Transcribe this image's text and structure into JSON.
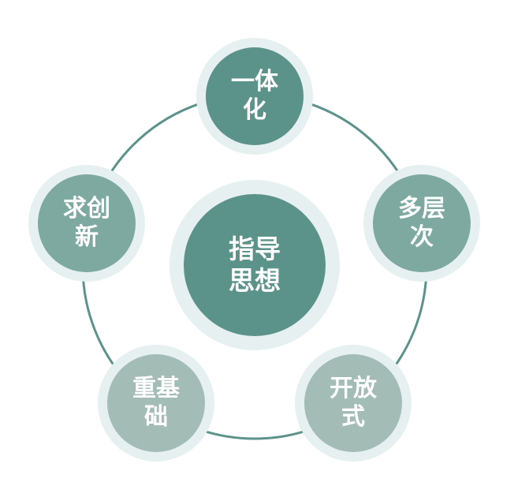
{
  "diagram": {
    "type": "radial-cycle",
    "colors": {
      "background": "#ffffff",
      "connector": "#5b9289",
      "halo": "#e6f0f0",
      "dark": "#5b9289",
      "medium": "#7da9a0",
      "light": "#a3bdb6",
      "text": "#ffffff"
    },
    "center": {
      "label": "指导思想",
      "lines": [
        "指导",
        "思想"
      ],
      "color": "#5b9289"
    },
    "nodes": [
      {
        "id": "top",
        "label": "一体化",
        "lines": [
          "一体",
          "化"
        ],
        "color": "#5b9289"
      },
      {
        "id": "right",
        "label": "多层次",
        "lines": [
          "多层",
          "次"
        ],
        "color": "#7da9a0"
      },
      {
        "id": "bottom-right",
        "label": "开放式",
        "lines": [
          "开放",
          "式"
        ],
        "color": "#a3bdb6"
      },
      {
        "id": "bottom-left",
        "label": "重基础",
        "lines": [
          "重基",
          "础"
        ],
        "color": "#a3bdb6"
      },
      {
        "id": "left",
        "label": "求创新",
        "lines": [
          "求创",
          "新"
        ],
        "color": "#7da9a0"
      }
    ]
  }
}
